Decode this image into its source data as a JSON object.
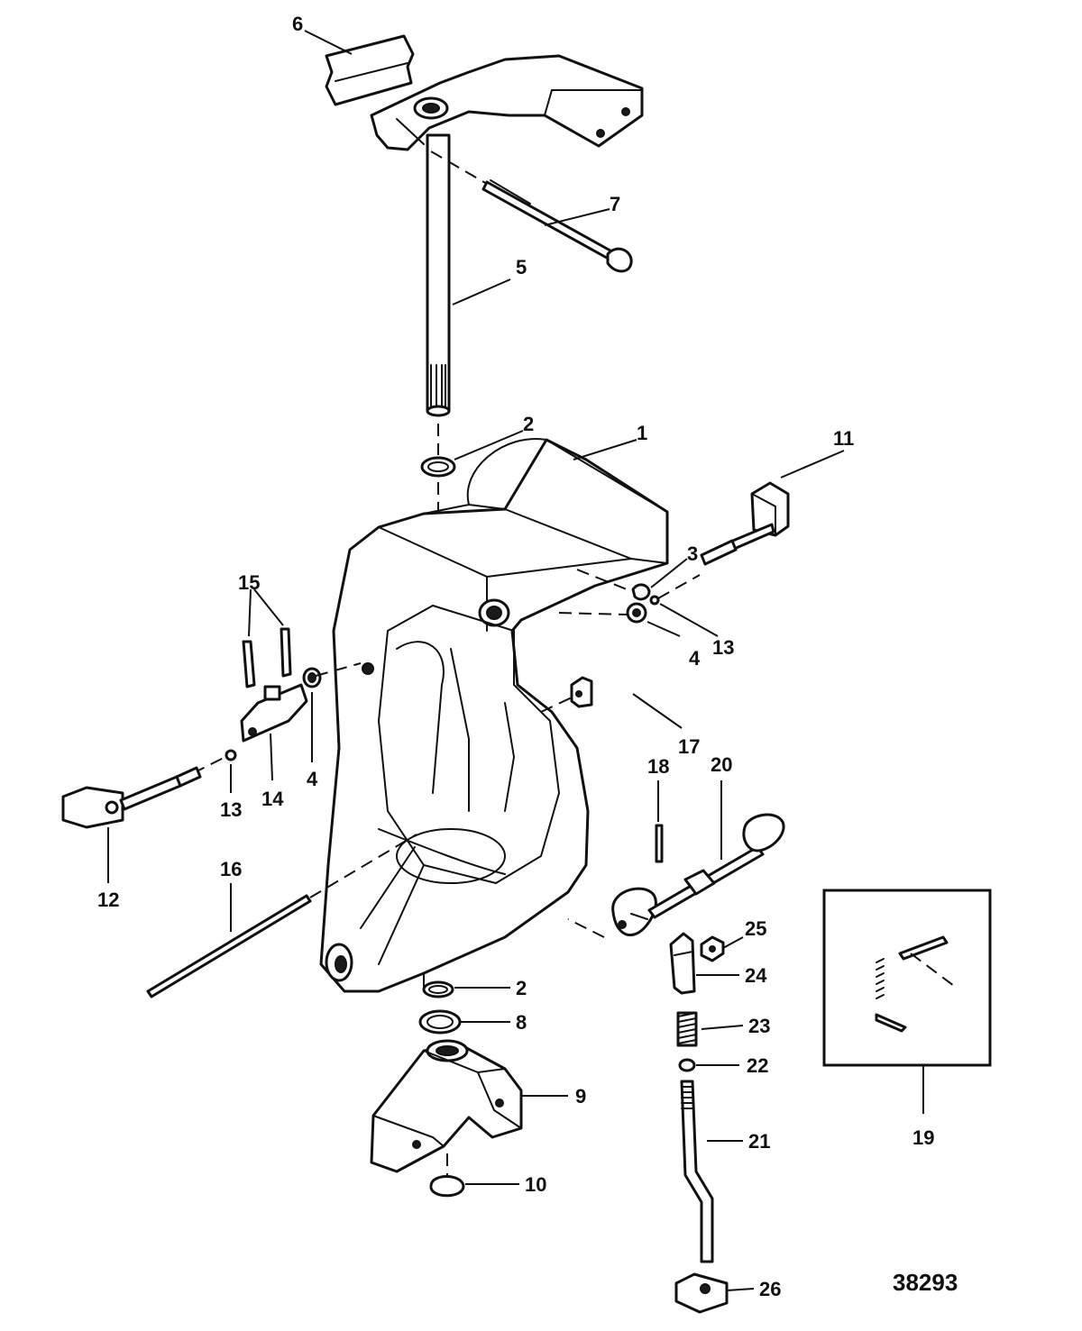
{
  "drawing_number": "38293",
  "callouts": [
    {
      "id": "c1",
      "label": "1"
    },
    {
      "id": "c2a",
      "label": "2"
    },
    {
      "id": "c2b",
      "label": "2"
    },
    {
      "id": "c3",
      "label": "3"
    },
    {
      "id": "c4a",
      "label": "4"
    },
    {
      "id": "c4b",
      "label": "4"
    },
    {
      "id": "c5",
      "label": "5"
    },
    {
      "id": "c6",
      "label": "6"
    },
    {
      "id": "c7",
      "label": "7"
    },
    {
      "id": "c8",
      "label": "8"
    },
    {
      "id": "c9",
      "label": "9"
    },
    {
      "id": "c10",
      "label": "10"
    },
    {
      "id": "c11",
      "label": "11"
    },
    {
      "id": "c12",
      "label": "12"
    },
    {
      "id": "c13a",
      "label": "13"
    },
    {
      "id": "c13b",
      "label": "13"
    },
    {
      "id": "c14",
      "label": "14"
    },
    {
      "id": "c15",
      "label": "15"
    },
    {
      "id": "c16",
      "label": "16"
    },
    {
      "id": "c17",
      "label": "17"
    },
    {
      "id": "c18",
      "label": "18"
    },
    {
      "id": "c19",
      "label": "19"
    },
    {
      "id": "c20",
      "label": "20"
    },
    {
      "id": "c21",
      "label": "21"
    },
    {
      "id": "c22",
      "label": "22"
    },
    {
      "id": "c23",
      "label": "23"
    },
    {
      "id": "c24",
      "label": "24"
    },
    {
      "id": "c25",
      "label": "25"
    },
    {
      "id": "c26",
      "label": "26"
    }
  ]
}
